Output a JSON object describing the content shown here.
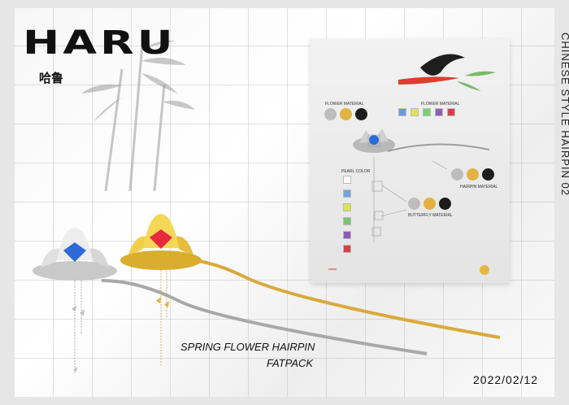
{
  "brand": {
    "logo": "HARU",
    "logo_cn": "哈鲁"
  },
  "side_title": "CHINESE STYLE HAIRPIN 02",
  "product": {
    "title": "SPRING FLOWER HAIRPIN",
    "subtitle": "FATPACK"
  },
  "date": "2022/02/12",
  "spec_sheet": {
    "labels": {
      "flower_material_1": "FLOWER MATERIAL",
      "flower_material_2": "FLOWER MATERIAL",
      "pearl_color": "PEARL COLOR",
      "hairpin_material": "HAIRPIN MATERIAL",
      "butterfly_material": "BUTTERFLY MATERIAL"
    },
    "flower_material_swatches": [
      "#bdbdbd",
      "#e3b243",
      "#1c1c1c"
    ],
    "flower_material_squares": [
      "#6c98e0",
      "#e1e452",
      "#7ad16f",
      "#8f5fb5",
      "#d8404a"
    ],
    "pearl_colors": [
      "#ffffff",
      "#76a0e4",
      "#dde255",
      "#79c76b",
      "#8d5cb1",
      "#d6414b"
    ],
    "hairpin_material_swatches": [
      "#bdbdbd",
      "#e3b243",
      "#1c1c1c"
    ],
    "butterfly_material_swatches": [
      "#bdbdbd",
      "#e3b243",
      "#1c1c1c"
    ],
    "accent_red": "#d8402f"
  }
}
